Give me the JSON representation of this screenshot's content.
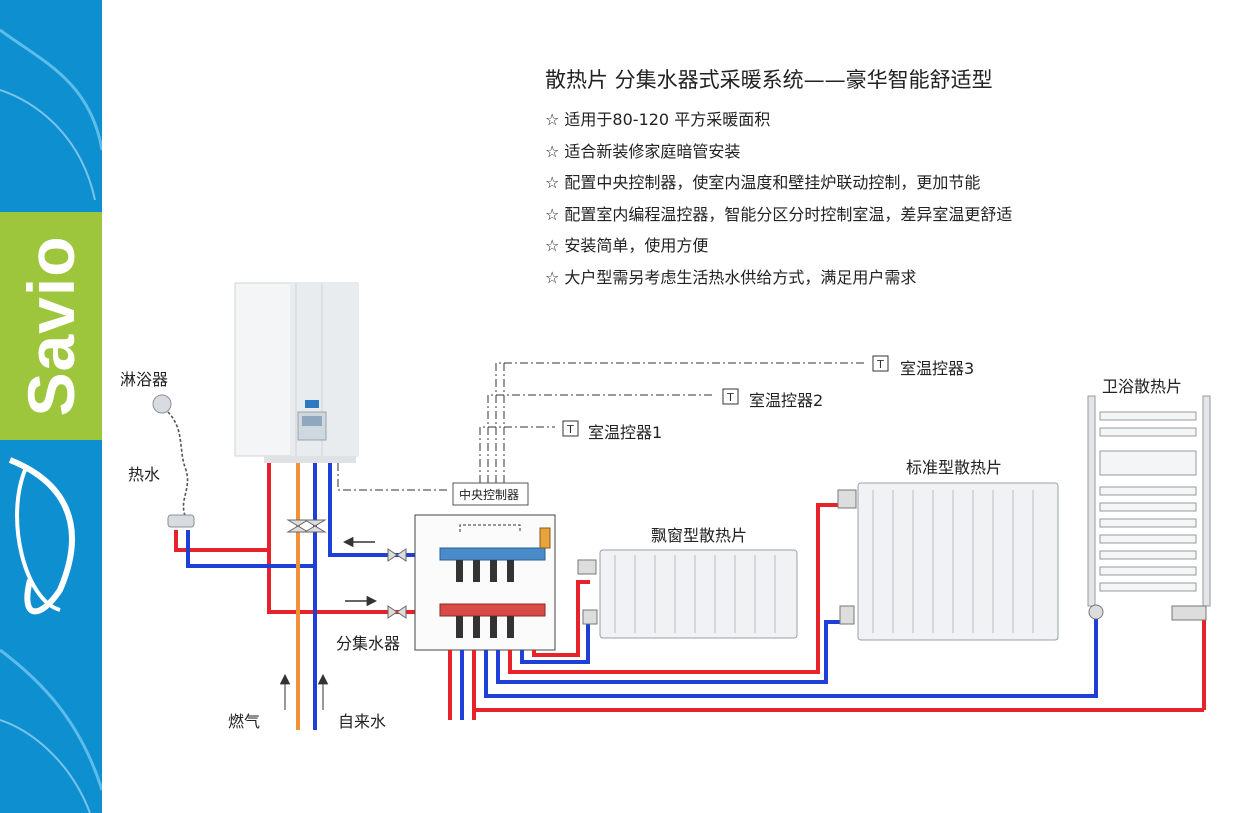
{
  "brand": {
    "name": "Savio"
  },
  "header": {
    "title": "散热片 分集水器式采暖系统——豪华智能舒适型",
    "features": [
      "☆ 适用于80-120 平方采暖面积",
      "☆ 适合新装修家庭暗管安装",
      "☆ 配置中央控制器，使室内温度和壁挂炉联动控制，更加节能",
      "☆ 配置室内编程温控器，智能分区分时控制室温，差异室温更舒适",
      "☆ 安装简单，使用方便",
      "☆ 大户型需另考虑生活热水供给方式，满足用户需求"
    ]
  },
  "diagram": {
    "labels": {
      "shower": "淋浴器",
      "hot_water": "热水",
      "gas": "燃气",
      "tap_water": "自来水",
      "manifold": "分集水器",
      "central_controller": "中央控制器",
      "thermostat_1": "室温控器1",
      "thermostat_2": "室温控器2",
      "thermostat_3": "室温控器3",
      "bay_window_radiator": "飘窗型散热片",
      "standard_radiator": "标准型散热片",
      "bathroom_radiator": "卫浴散热片"
    }
  },
  "colors": {
    "hot_pipe": "#e8222a",
    "cold_pipe": "#1f3fd6",
    "gas_pipe": "#f0913a",
    "sidebar_blue": "#0e8fd0",
    "sidebar_green": "#9ec63c"
  }
}
